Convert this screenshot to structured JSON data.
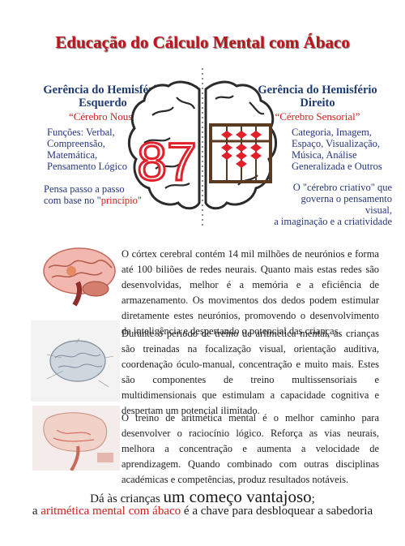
{
  "title": "Educação do Cálculo Mental com Ábaco",
  "left": {
    "heading_line1": "Gerência do Hemisfério",
    "heading_line2": "Esquerdo",
    "nickname": "“Cérebro Nous”",
    "functions": [
      "Funções: Verbal,",
      "Compreensão,",
      "Matemática,",
      "Pensamento Lógico"
    ],
    "note_line1": "Pensa passo a passo",
    "note_line2_prefix": "com base no \"",
    "note_line2_highlight": "princípio",
    "note_line2_suffix": "\""
  },
  "right": {
    "heading_line1": "Gerência do Hemisfério",
    "heading_line2": "Direito",
    "nickname": "“Cérebro Sensorial”",
    "functions": [
      "Categoria, Imagem,",
      "Espaço, Visualização,",
      "Música, Análise",
      "Generalizada e Outros"
    ],
    "note": [
      "O \"cérebro criativo\" que",
      "governa o pensamento visual,",
      "a imaginação e a criatividade"
    ]
  },
  "brain_number": "87",
  "sections": [
    {
      "image": "brain-anatomy-image",
      "text": "O córtex cerebral contém 14 mil milhões de neurónios e forma até 100 biliões de redes neurais. Quanto mais estas redes são desenvolvidas, melhor é a memória e a eficiência de armazenamento. Os movimentos dos dedos podem estimular diretamente estes neurónios, promovendo o desenvolvimento da inteligência e despertando o potencial das crianças."
    },
    {
      "image": "brain-function-map-image",
      "text": "Durante o período de treino de aritmética mental, as crianças são treinadas na focalização visual, orientação auditiva, coordenação óculo-manual, concentração e muito mais. Estes são componentes de treino multissensoriais e multidimensionais que estimulam a capacidade cognitiva e despertam um potencial ilimitado."
    },
    {
      "image": "neural-pathway-image",
      "text": "O treino de aritmética mental é o melhor caminho para desenvolver o raciocínio lógico. Reforça as vias neurais, melhora a concentração e aumenta a velocidade de aprendizagem. Quando combinado com outras disciplinas académicas e competências, produz resultados notáveis."
    }
  ],
  "tagline": {
    "line1_prefix": "Dá às crianças ",
    "line1_emphasis": "um começo vantajoso",
    "line1_suffix": ";",
    "line2_prefix": "a ",
    "line2_highlight": "aritmética mental com ábaco",
    "line2_suffix": " é a chave para desbloquear a sabedoria"
  },
  "colors": {
    "title": "#c0141c",
    "heading": "#1f3b73",
    "accent_red": "#d0201c",
    "body_blue": "#27357f",
    "bead": "#e0202a"
  }
}
